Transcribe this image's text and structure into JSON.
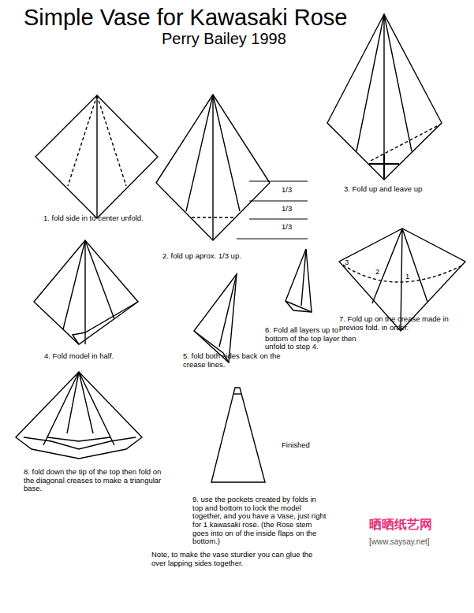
{
  "diagram": {
    "title": "Simple Vase for Kawasaki Rose",
    "labels": [
      "Perry Bailey 1998",
      "1/3",
      "1/3",
      "1/3",
      "3. Fold up and leave up",
      "1. fold side in to center unfold.",
      "2. fold up aprox. 1/3 up.",
      "3",
      "2",
      "1",
      "7. Fold up on the crease made in previos fold. in order.",
      "6. Fold all layers up to bottom of the top layer then unfold to step 4.",
      "4. Fold model in half.",
      "5. fold both sides back on the crease lines.",
      "8. fold down the tip of the top then fold on the diagonal creases to make a triangular base.",
      "Finished",
      "9. use the pockets created by folds in top and bottom to lock the model together, and you have a Vase, just right for 1 kawasaki rose.  (the Rose stem goes into on of the inside flaps on the bottom.)",
      "Note, to make the vase sturdier you can glue the over lapping sides together.",
      "晒晒纸艺网",
      "[www.saysay.net]"
    ]
  }
}
